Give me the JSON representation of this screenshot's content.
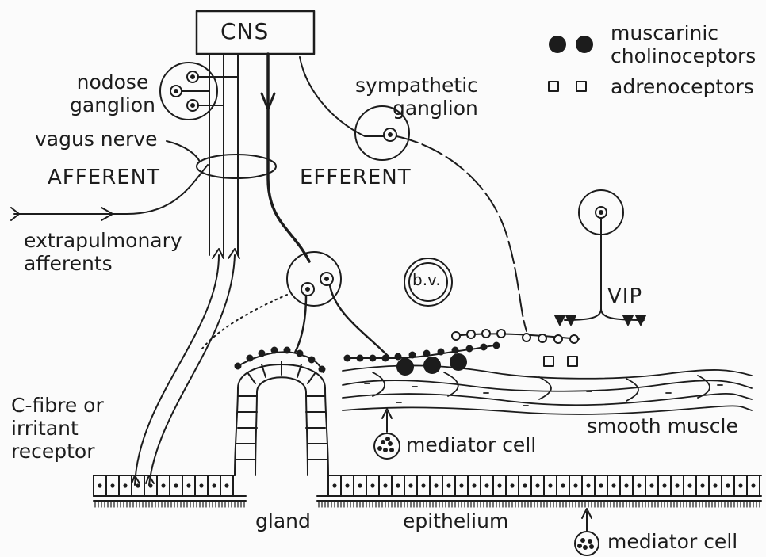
{
  "labels": {
    "cns": "CNS",
    "nodose_ganglion": "nodose\nganglion",
    "vagus_nerve": "vagus nerve",
    "afferent": "AFFERENT",
    "efferent": "EFFERENT",
    "extrapulmonary_afferents": "extrapulmonary\nafferents",
    "sympathetic_ganglion": "sympathetic\nganglion",
    "bv": "b.v.",
    "vip": "VIP",
    "c_fibre": "C-fibre or\nirritant\nreceptor",
    "mediator_cell_upper": "mediator cell",
    "mediator_cell_lower": "mediator cell",
    "smooth_muscle": "smooth muscle",
    "gland": "gland",
    "epithelium": "epithelium"
  },
  "legend": {
    "muscarinic": "muscarinic\ncholinoceptors",
    "adrenoceptors": "adrenoceptors"
  },
  "colors": {
    "ink": "#1c1c1c",
    "paper": "#fbfbfb",
    "receptor_fill": "#1c1c1c"
  }
}
